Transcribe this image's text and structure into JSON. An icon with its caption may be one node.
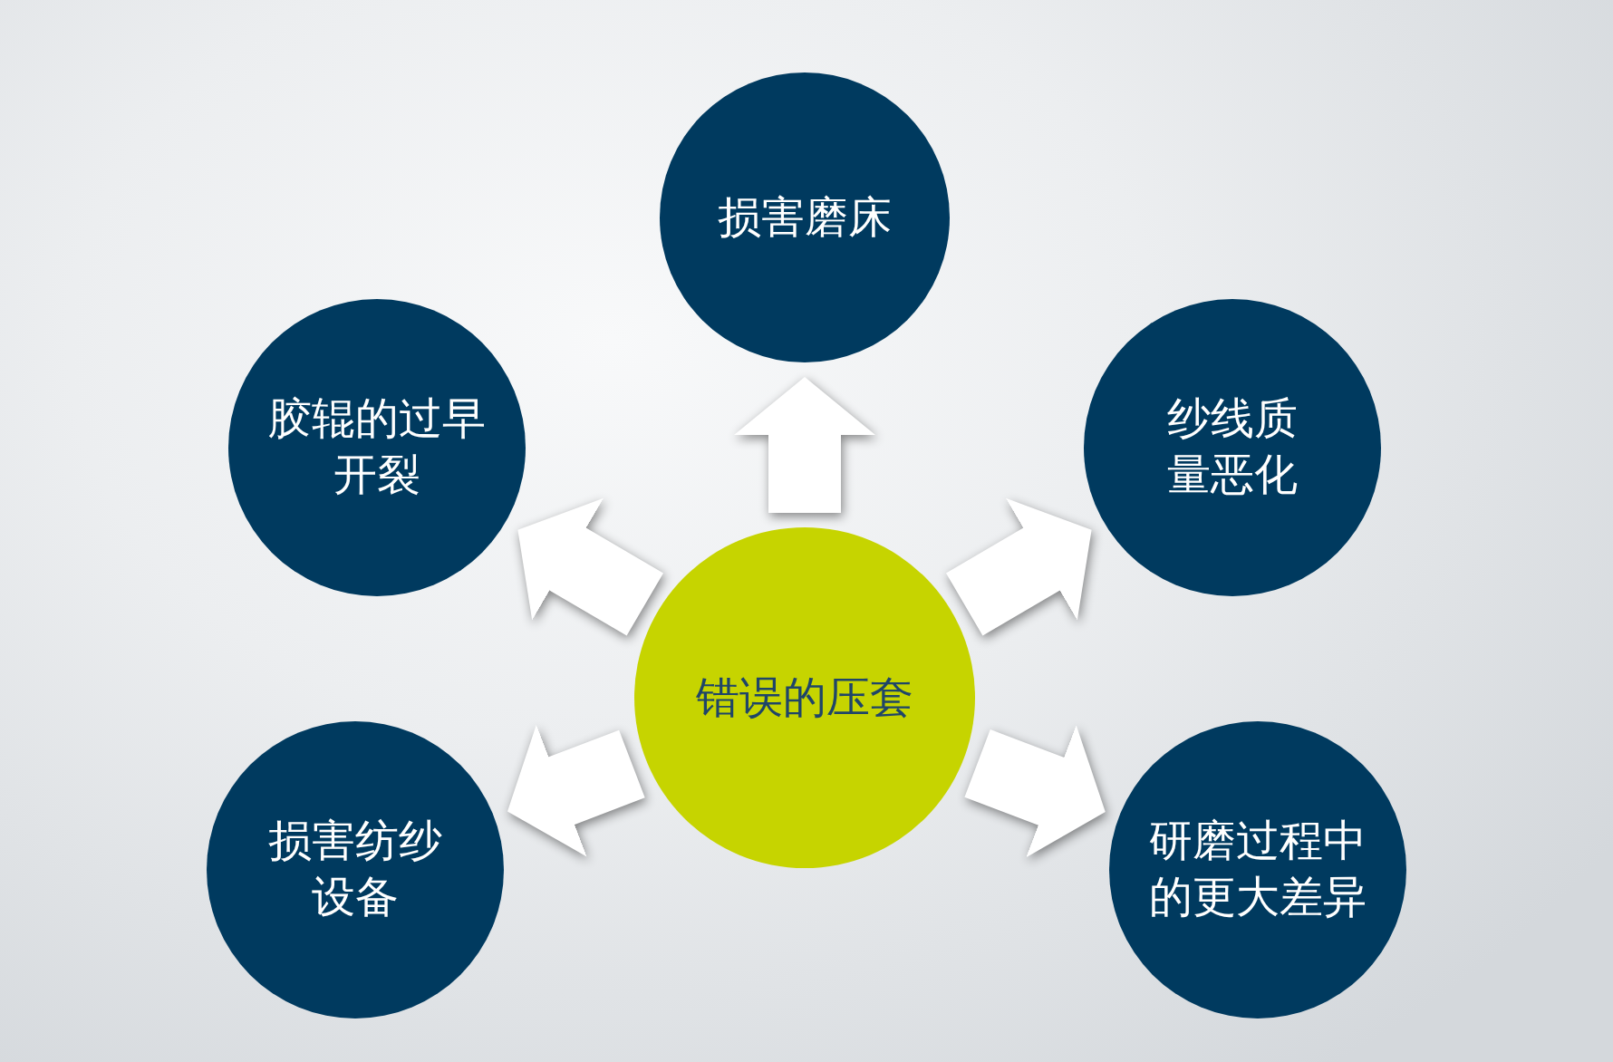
{
  "diagram": {
    "nodes": [
      {
        "text": [
          "损害磨床"
        ]
      },
      {
        "text": [
          "胶辊的过早开裂"
        ]
      },
      {
        "text": [
          "纱线质量恶化"
        ]
      },
      {
        "text": [
          "错误的压套"
        ]
      },
      {
        "text": [
          "损害纺纱设备"
        ]
      },
      {
        "text": [
          "研磨过程中的更大差异"
        ]
      }
    ],
    "edges": [
      {
        "from": 3,
        "to": 0,
        "arrow": "to"
      },
      {
        "from": 3,
        "to": 1,
        "arrow": "to"
      },
      {
        "from": 3,
        "to": 2,
        "arrow": "to"
      },
      {
        "from": 3,
        "to": 4,
        "arrow": "to"
      },
      {
        "from": 3,
        "to": 5,
        "arrow": "to"
      }
    ]
  }
}
